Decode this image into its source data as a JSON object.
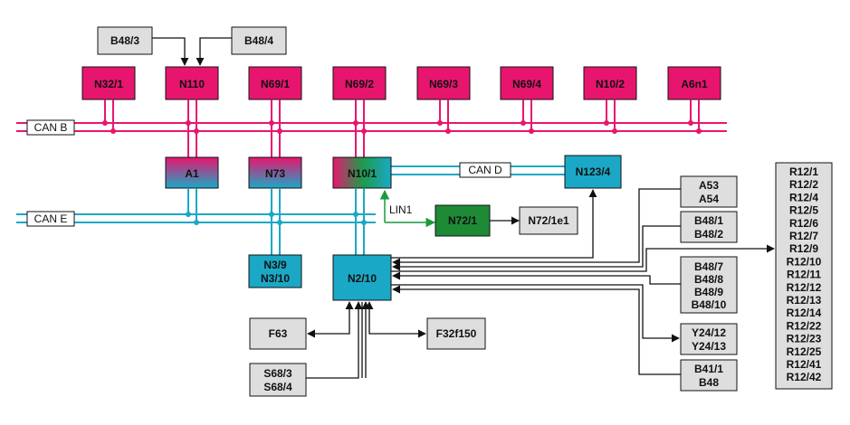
{
  "colors": {
    "can_b": "#e8156e",
    "can_e": "#1aa8c6",
    "can_d": "#1aa8c6",
    "lin": "#1a9a3a",
    "box_magenta": "#e8156e",
    "box_cyan": "#1aa8c6",
    "box_green": "#1e8a36",
    "box_gray": "#dedede",
    "line": "#111111"
  },
  "buses": {
    "can_b": "CAN B",
    "can_e": "CAN E",
    "can_d": "CAN D",
    "lin1": "LIN1"
  },
  "top_inputs": {
    "b48_3": "B48/3",
    "b48_4": "B48/4"
  },
  "top_row": [
    "N32/1",
    "N110",
    "N69/1",
    "N69/2",
    "N69/3",
    "N69/4",
    "N10/2",
    "A6n1"
  ],
  "gateways": {
    "a1": "A1",
    "n73": "N73",
    "n10_1": "N10/1",
    "n123_4": "N123/4",
    "n72_1": "N72/1",
    "n72_1e1": "N72/1e1",
    "n3_9": [
      "N3/9",
      "N3/10"
    ],
    "n2_10": "N2/10"
  },
  "bottom": {
    "f63": "F63",
    "f32f150": "F32f150",
    "s68": [
      "S68/3",
      "S68/4"
    ]
  },
  "right_groups": {
    "a53": [
      "A53",
      "A54"
    ],
    "b48_1": [
      "B48/1",
      "B48/2"
    ],
    "b48_7": [
      "B48/7",
      "B48/8",
      "B48/9",
      "B48/10"
    ],
    "y24": [
      "Y24/12",
      "Y24/13"
    ],
    "b41": [
      "B41/1",
      "B48"
    ]
  },
  "r12_list": [
    "R12/1",
    "R12/2",
    "R12/4",
    "R12/5",
    "R12/6",
    "R12/7",
    "R12/9",
    "R12/10",
    "R12/11",
    "R12/12",
    "R12/13",
    "R12/14",
    "R12/22",
    "R12/23",
    "R12/25",
    "R12/41",
    "R12/42"
  ]
}
